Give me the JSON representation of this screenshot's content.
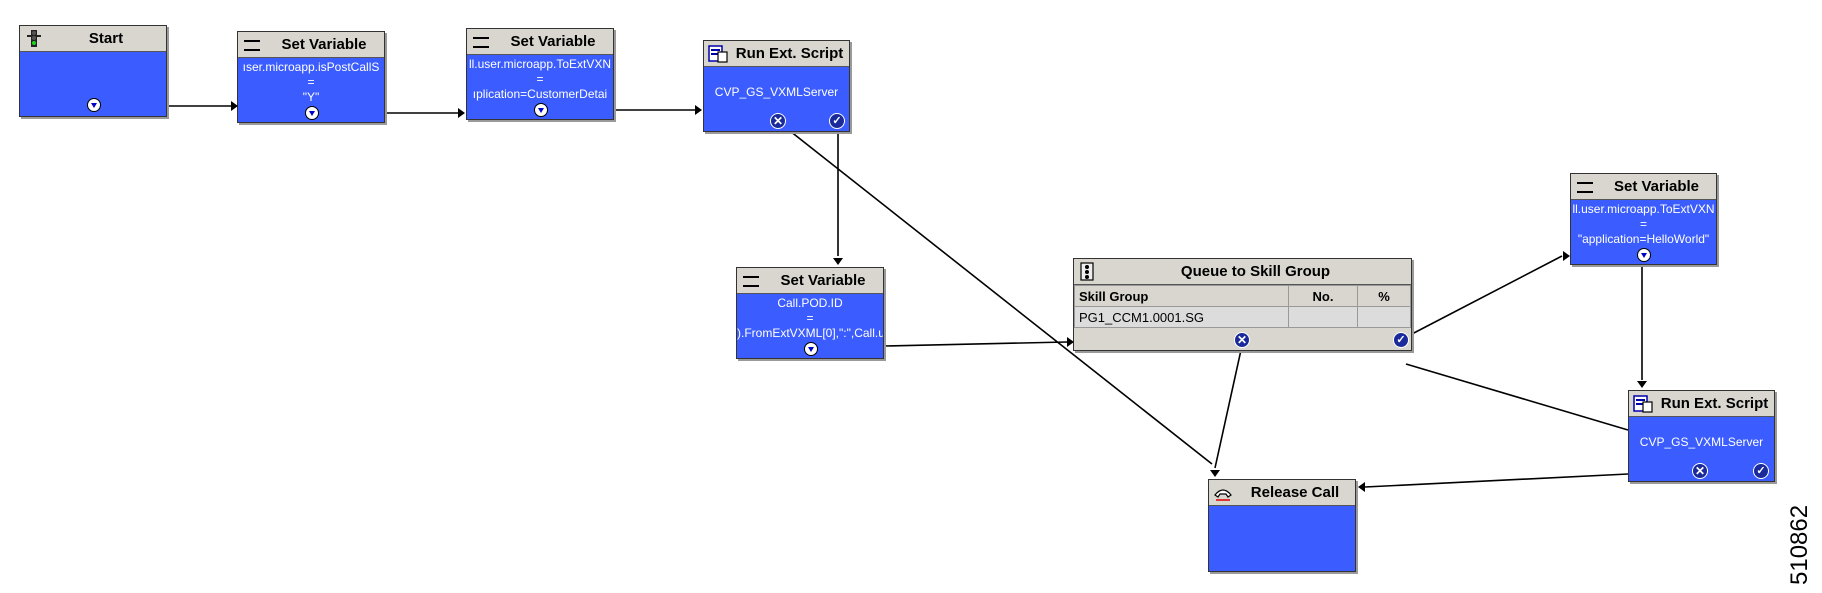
{
  "nodes": {
    "start": {
      "title": "Start"
    },
    "setvar1": {
      "title": "Set Variable",
      "line1": "ıser.microapp.isPostCallS",
      "line2": "=",
      "line3": "\"Y\""
    },
    "setvar2": {
      "title": "Set Variable",
      "line1": "ll.user.microapp.ToExtVXN",
      "line2": "=",
      "line3": "ıplication=CustomerDetai"
    },
    "runext1": {
      "title": "Run Ext. Script",
      "line1": "CVP_GS_VXMLServer"
    },
    "setvar3": {
      "title": "Set Variable",
      "line1": "Call.POD.ID",
      "line2": "=",
      "line3": ").FromExtVXML[0],\":\",Call.u"
    },
    "queue": {
      "title": "Queue to Skill Group",
      "columns": [
        "Skill Group",
        "No.",
        "%"
      ],
      "rows": [
        [
          "PG1_CCM1.0001.SG",
          "",
          ""
        ]
      ]
    },
    "setvar4": {
      "title": "Set Variable",
      "line1": "ll.user.microapp.ToExtVXN",
      "line2": "=",
      "line3": "\"application=HelloWorld\""
    },
    "runext2": {
      "title": "Run Ext. Script",
      "line1": "CVP_GS_VXMLServer"
    },
    "release": {
      "title": "Release Call"
    }
  },
  "figure_id": "510862",
  "glyphs": {
    "x": "✕",
    "check": "✓"
  }
}
